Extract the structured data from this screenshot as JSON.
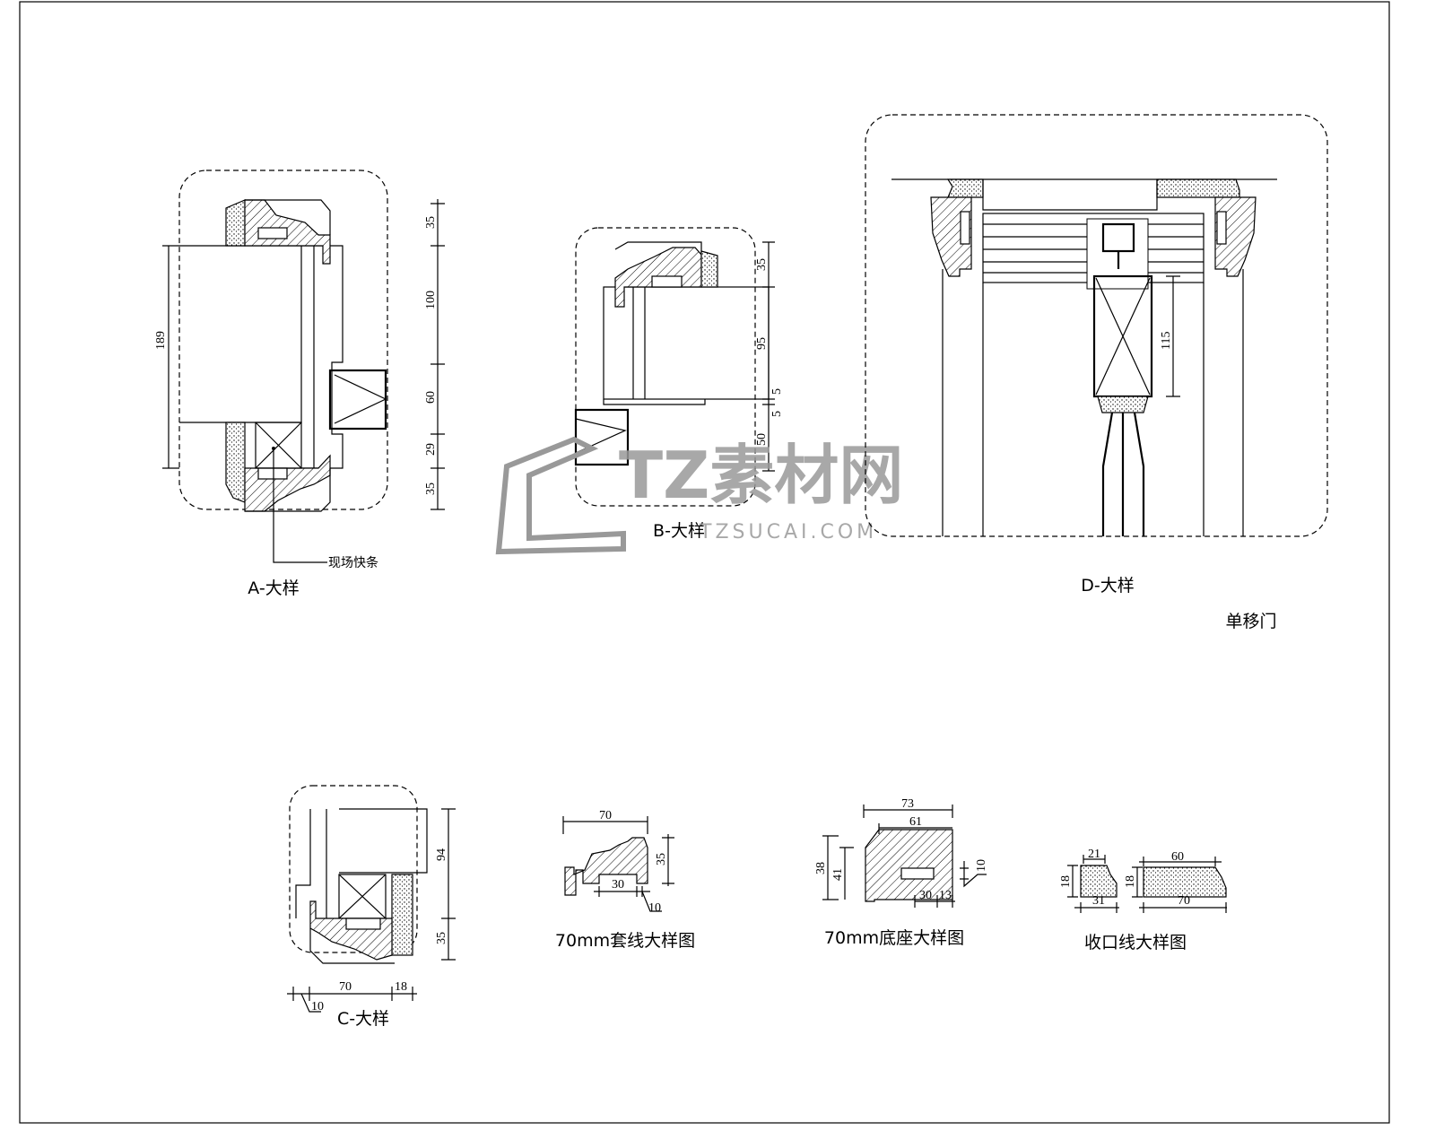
{
  "detail_a": {
    "title": "A-大样",
    "note": "现场快条",
    "dims": [
      "35",
      "100",
      "60",
      "29",
      "35",
      "189"
    ]
  },
  "detail_b": {
    "title": "B-大样",
    "dims": [
      "35",
      "95",
      "5",
      "5",
      "50"
    ]
  },
  "detail_c": {
    "title": "C-大样",
    "dims": [
      "94",
      "35",
      "70",
      "18",
      "10"
    ]
  },
  "detail_d": {
    "title": "D-大样",
    "subtitle": "单移门",
    "dims": [
      "115"
    ]
  },
  "casing": {
    "title": "70mm套线大样图",
    "dims": [
      "70",
      "35",
      "30",
      "10"
    ]
  },
  "base": {
    "title": "70mm底座大样图",
    "dims": [
      "73",
      "61",
      "38",
      "41",
      "30",
      "13",
      "10"
    ]
  },
  "trim": {
    "title": "收口线大样图",
    "dims": [
      "21",
      "18",
      "31",
      "60",
      "18",
      "70"
    ]
  },
  "watermark": {
    "brand": "TZ素材网",
    "url": "TZSUCAI.COM"
  }
}
